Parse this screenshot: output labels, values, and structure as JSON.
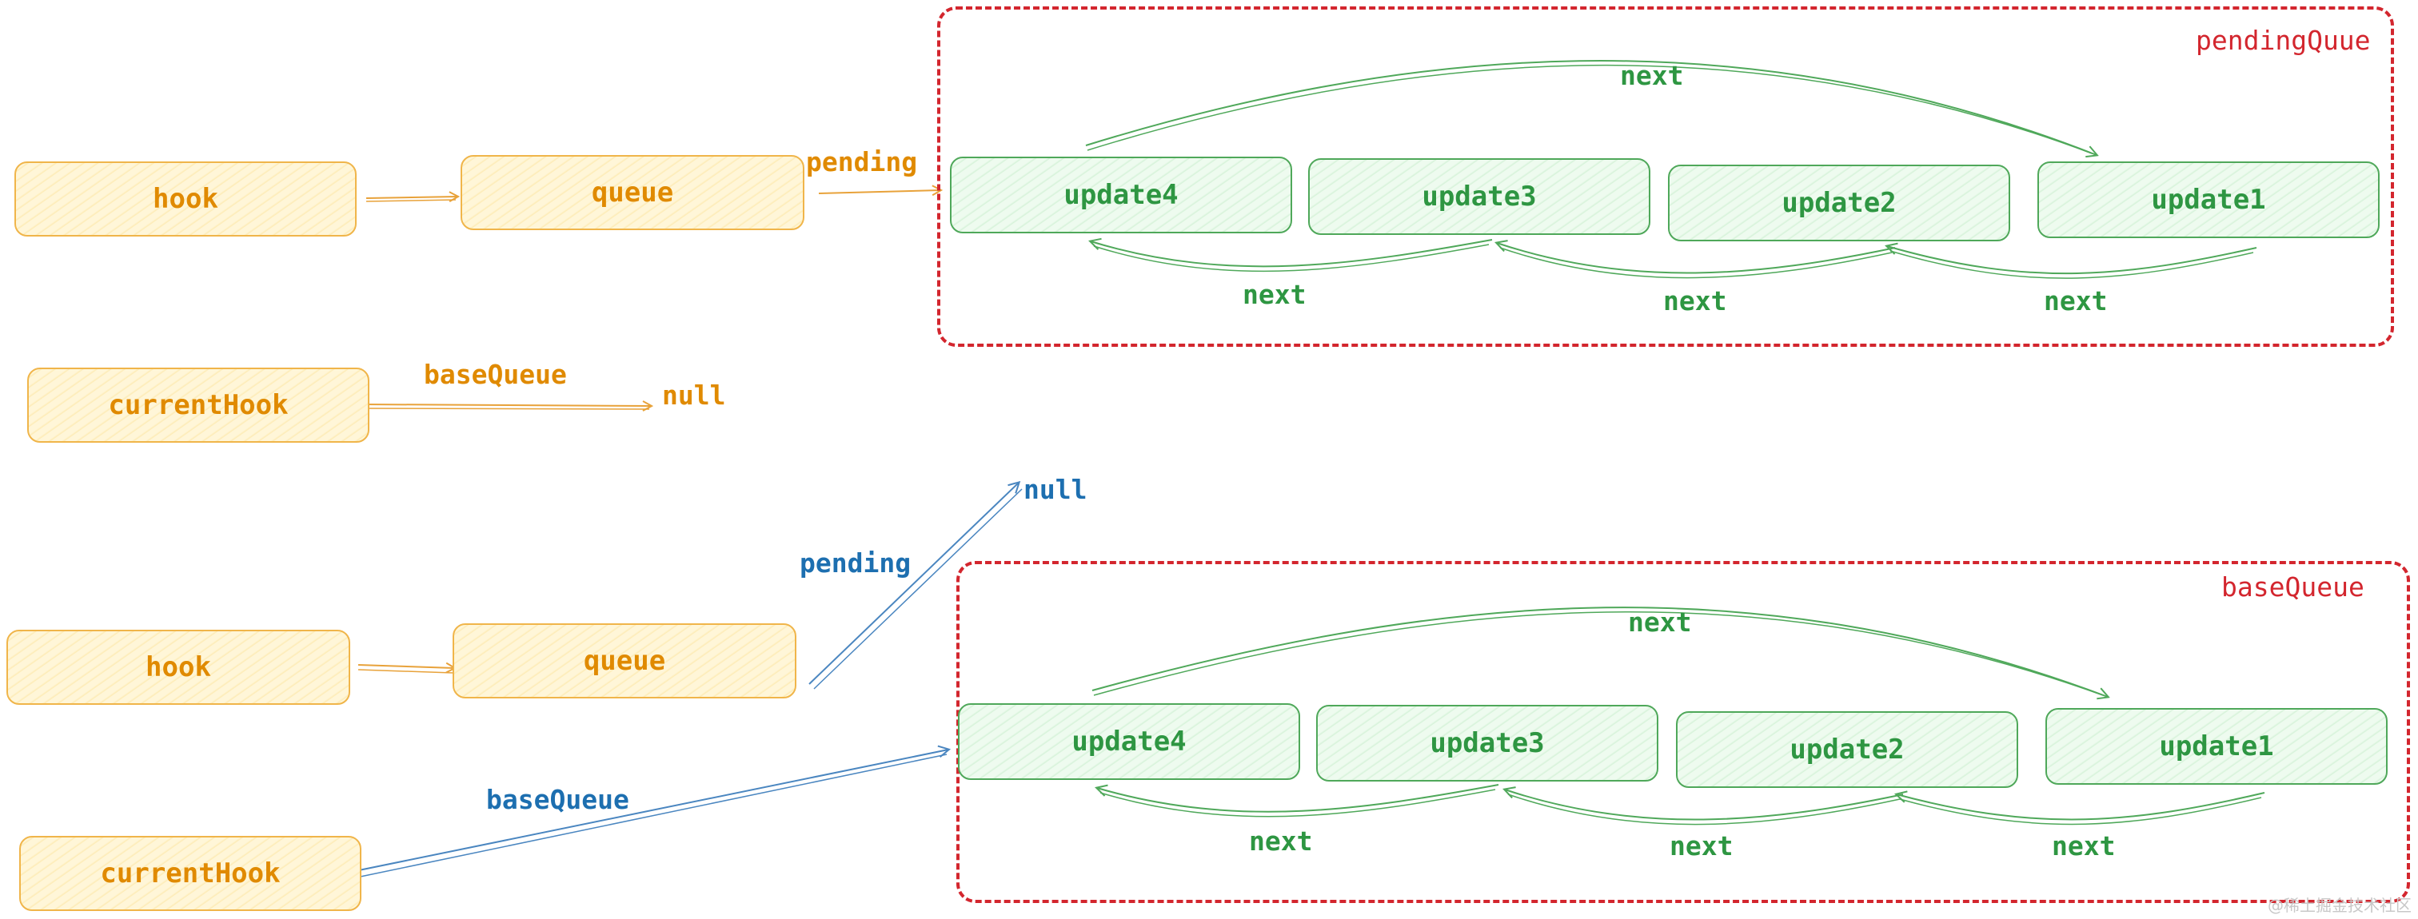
{
  "top": {
    "hook": "hook",
    "queue": "queue",
    "current_hook": "currentHook",
    "pending_label": "pending",
    "base_queue_label": "baseQueue",
    "null_label": "null",
    "group_title": "pendingQuue",
    "updates": [
      "update4",
      "update3",
      "update2",
      "update1"
    ],
    "next_top": "next",
    "next_bottom": [
      "next",
      "next",
      "next"
    ]
  },
  "bottom": {
    "hook": "hook",
    "queue": "queue",
    "current_hook": "currentHook",
    "pending_label": "pending",
    "base_queue_label": "baseQueue",
    "null_label": "null",
    "group_title": "baseQueue",
    "updates": [
      "update4",
      "update3",
      "update2",
      "update1"
    ],
    "next_top": "next",
    "next_bottom": [
      "next",
      "next",
      "next"
    ]
  },
  "watermark": "@稀土掘金技术社区",
  "colors": {
    "orange": "#e08a00",
    "blue": "#1d6fb0",
    "red": "#d3262e",
    "green": "#2e9642"
  }
}
